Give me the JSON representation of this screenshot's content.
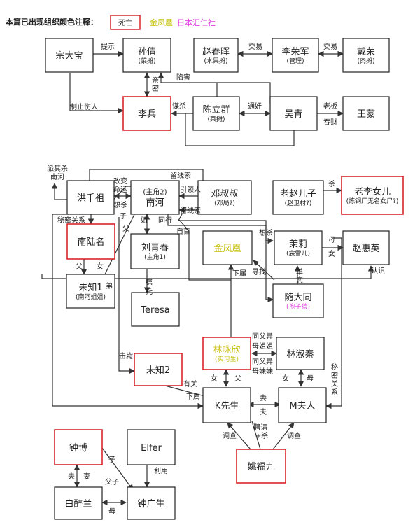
{
  "legend": {
    "title": "本篇已出现组织颜色注释：",
    "dead_label": "死亡",
    "org_gold": "金凤凰",
    "org_japan": "日本汇仁社"
  },
  "colors": {
    "box_border": "#222222",
    "dead_border": "#d8262c",
    "org_gold": "#c8c010",
    "org_japan": "#e040e0",
    "text": "#222222",
    "line": "#333333"
  },
  "nodes": {
    "zong": {
      "name": "宗大宝"
    },
    "sun": {
      "name": "孙倩",
      "sub": "(菜摊)"
    },
    "zhao": {
      "name": "赵春晖",
      "sub": "(水果摊)"
    },
    "lirj": {
      "name": "李荣军",
      "sub": "(管理)"
    },
    "dai": {
      "name": "戴荣",
      "sub": "(肉摊)"
    },
    "libing": {
      "name": "李兵"
    },
    "chen": {
      "name": "陈立群",
      "sub": "(菜摊)"
    },
    "wu": {
      "name": "吴青"
    },
    "wangm": {
      "name": "王蒙"
    },
    "hong": {
      "name": "洪千祖"
    },
    "nanhe": {
      "name": "南河",
      "top": "(主角2)"
    },
    "deng": {
      "name": "邓叔叔",
      "sub": "(邓局?)"
    },
    "laozhao": {
      "name": "老赵儿子",
      "sub": "(赵卫材?)"
    },
    "laoli": {
      "name": "老李女儿",
      "sub": "(炼钢厂无名女尸?)"
    },
    "nanlu": {
      "name": "南陆名"
    },
    "liu": {
      "name": "刘青春",
      "sub": "(主角1)"
    },
    "jfh": {
      "name": "金凤凰"
    },
    "moli": {
      "name": "茉莉",
      "sub": "(宸雪儿)"
    },
    "zhaohy": {
      "name": "赵惠英"
    },
    "weizhi1": {
      "name": "未知1",
      "sub": "(南河姐姐)"
    },
    "teresa": {
      "name": "Teresa"
    },
    "sui": {
      "name": "随大同",
      "sub": "(孢子猿)"
    },
    "weizhi2": {
      "name": "未知2"
    },
    "lin": {
      "name": "林咏欣",
      "sub": "(实习生)"
    },
    "linshu": {
      "name": "林淑秦"
    },
    "k": {
      "name": "K先生"
    },
    "m": {
      "name": "M夫人"
    },
    "zhongbo": {
      "name": "钟博"
    },
    "elfer": {
      "name": "Elfer"
    },
    "yao": {
      "name": "姚福九"
    },
    "bai": {
      "name": "白醉兰"
    },
    "zhongg": {
      "name": "钟广生"
    }
  },
  "edges": {
    "tishi": "提示",
    "jiaoyi1": "交易",
    "jiaoyi2": "交易",
    "xianhai": "陷害",
    "qinmi": "亲密",
    "zhishang": "制止伤人",
    "mousha": "谋杀",
    "tongjian": "通奸",
    "laoban": "老板",
    "tuncai": "吞财",
    "paiqisha": "派其杀",
    "nanhe2": "南河",
    "liuxiansuo1": "留线索",
    "gaibian": "改变",
    "mingyun": "命运",
    "xiangsha1": "想杀",
    "zi1": "子",
    "fu1": "父",
    "yinling": "引领人",
    "liuxiansuo2": "留线索",
    "jie": "姐",
    "tongxing": "同行",
    "zishou": "自首",
    "mimi1": "秘密关系",
    "sha": "杀",
    "xiangsha2": "想杀",
    "mu1": "母",
    "nv1": "女",
    "fu2": "父",
    "nv2": "女",
    "di": "弟",
    "zhu": "嘱",
    "tuo": "托",
    "xiashu1": "下属",
    "xunzhao": "寻找",
    "dan": "单",
    "lian": "恋",
    "renshi": "认识",
    "jibi": "击毙",
    "youguan": "有关",
    "xiashu2": "下属",
    "tongfu1": "同父异",
    "mujiejie": "母姐姐",
    "tongfu2": "同父异",
    "mumeimei": "母妹妹",
    "nv3": "女",
    "fu3": "父",
    "nv4": "女",
    "mu2": "母",
    "mimi2": "秘密关系",
    "qi": "妻",
    "fu4": "夫",
    "diaocha1": "调查",
    "pinqing": "聘请",
    "plussha": "+杀",
    "diaocha2": "调查",
    "zi2": "子",
    "liyong": "利用",
    "fu5": "夫",
    "qi2": "妻",
    "fuzi": "父子",
    "mu3": "母"
  }
}
